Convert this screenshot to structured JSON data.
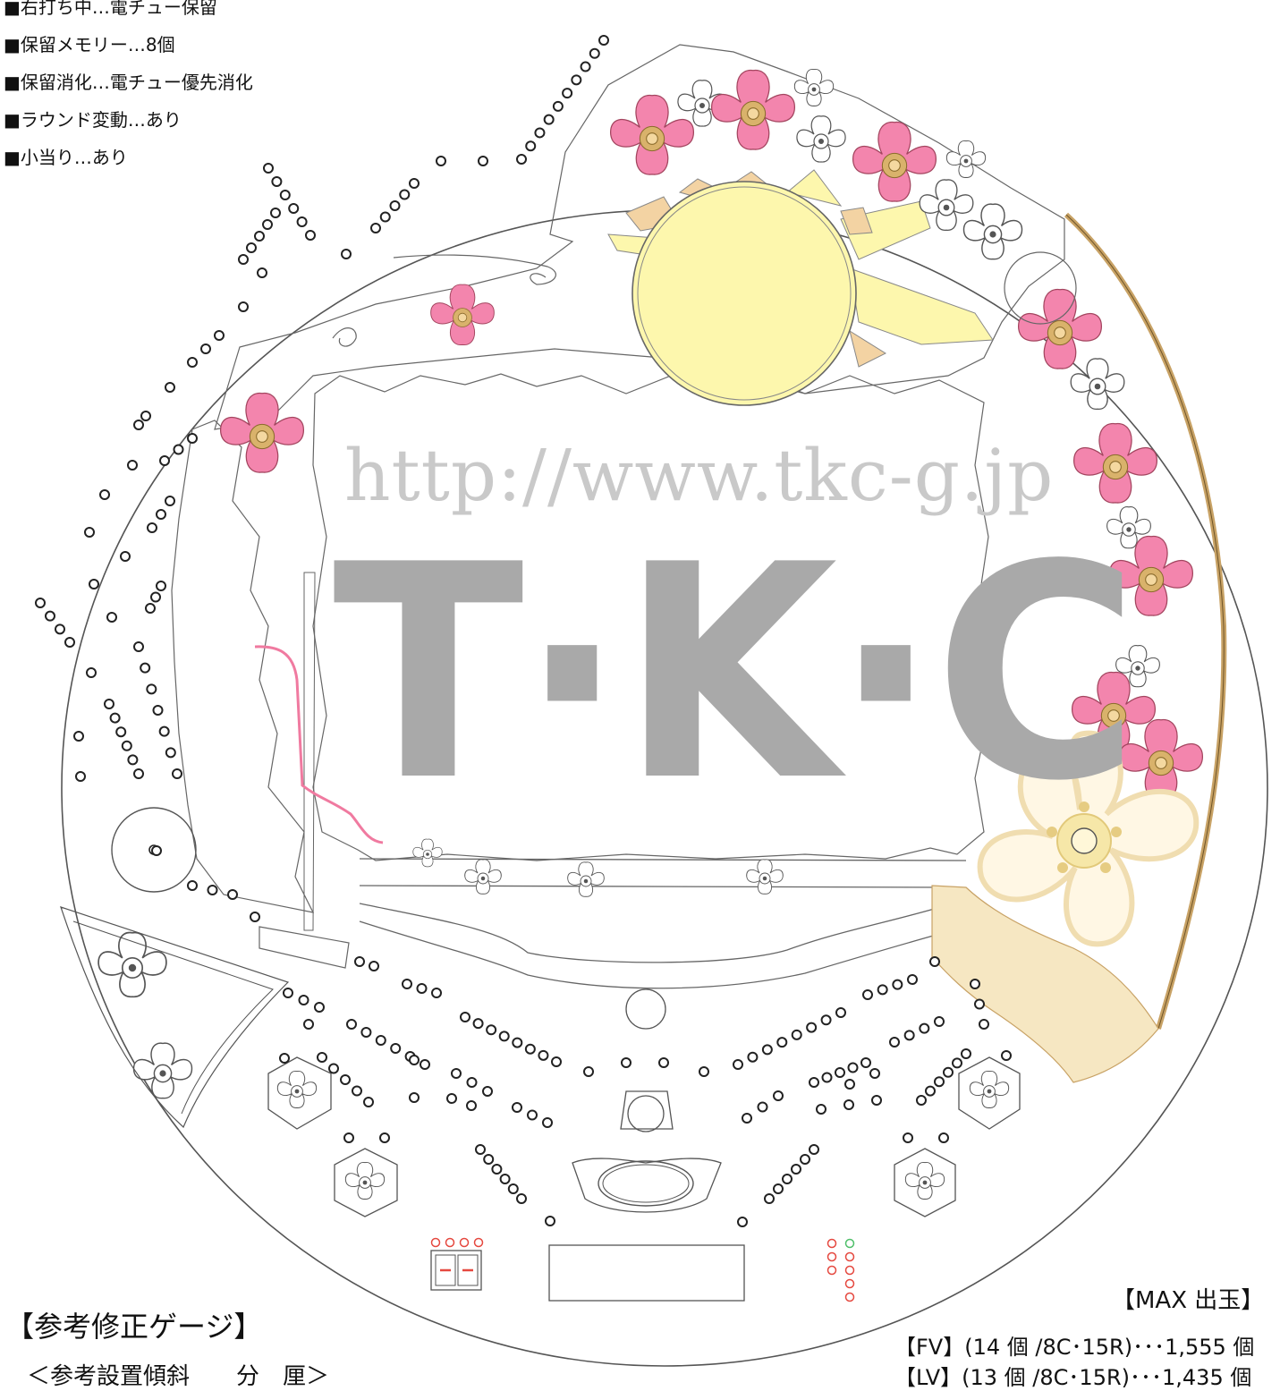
{
  "spec_list": [
    "■右打ち中…電チュー保留",
    "■保留メモリー…8個",
    "■保留消化…電チュー優先消化",
    "■ラウンド変動…あり",
    "■小当り…あり"
  ],
  "watermark": {
    "url": "http://www.tkc-g.jp",
    "logo": "T·K·C"
  },
  "gauge": {
    "title": "【参考修正ゲージ】",
    "subtitle": "＜参考設置傾斜　　分　厘＞"
  },
  "max_payout": {
    "title": "【MAX 出玉】",
    "rows": [
      "【FV】(14 個 /8C･15R)･･･1,555 個",
      "【LV】(13 個 /8C･15R)･･･1,435 個"
    ]
  },
  "colors": {
    "outline": "#555555",
    "pin_stroke": "#222222",
    "sakura_pink": "#f385ad",
    "sun_yellow": "#fdf7ad",
    "flower_center": "#d9b26b",
    "rail_brown": "#c8a265",
    "cream_flower": "#f6e7c2",
    "accent_line": "#f07aa0",
    "indicator_red": "#e5483f",
    "indicator_green": "#4fbf6a"
  }
}
